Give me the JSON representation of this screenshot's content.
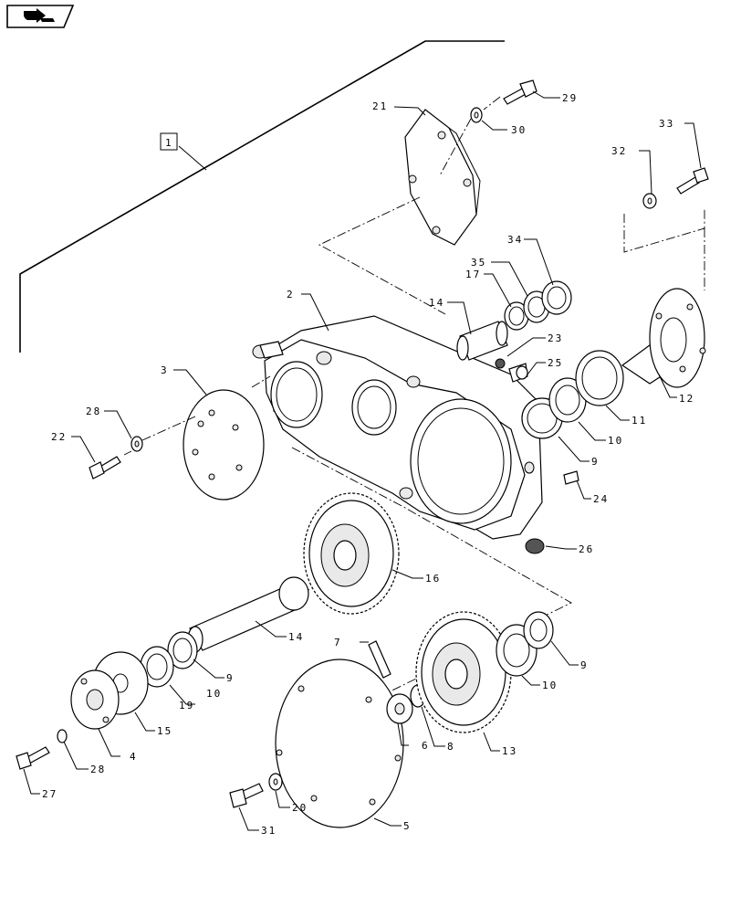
{
  "callouts": {
    "c1": "1",
    "c2": "2",
    "c3": "3",
    "c4": "4",
    "c5": "5",
    "c6": "6",
    "c7": "7",
    "c8": "8",
    "c9a": "9",
    "c9b": "9",
    "c9c": "9",
    "c10a": "10",
    "c10b": "10",
    "c10c": "10",
    "c11": "11",
    "c12": "12",
    "c13": "13",
    "c14a": "14",
    "c14b": "14",
    "c15": "15",
    "c16": "16",
    "c17": "17",
    "c19": "19",
    "c20": "20",
    "c21": "21",
    "c22": "22",
    "c23": "23",
    "c24": "24",
    "c25": "25",
    "c26": "26",
    "c27": "27",
    "c28a": "28",
    "c28b": "28",
    "c29": "29",
    "c30": "30",
    "c31": "31",
    "c32": "32",
    "c33": "33",
    "c34": "34",
    "c35": "35"
  },
  "icons": {
    "corner": "book-arrow-icon"
  }
}
